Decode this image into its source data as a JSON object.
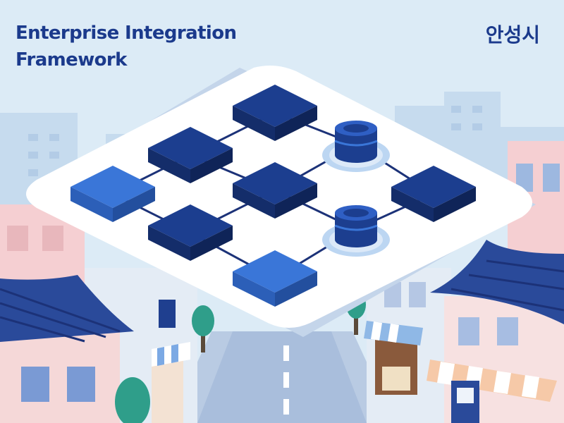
{
  "header": {
    "title_lines": [
      "Enterprise Integration",
      "Framework"
    ],
    "city_label": "안성시"
  },
  "colors": {
    "sky": "#dcebf6",
    "navy": "#1b3a8c",
    "node_dark": "#1c3e8f",
    "node_bright": "#3a76d8",
    "platform": "#ffffff",
    "roof_tile": "#2a4a9a"
  },
  "icons": [
    "hanok-roof-icon",
    "database-icon",
    "tree-icon",
    "awning-icon"
  ]
}
